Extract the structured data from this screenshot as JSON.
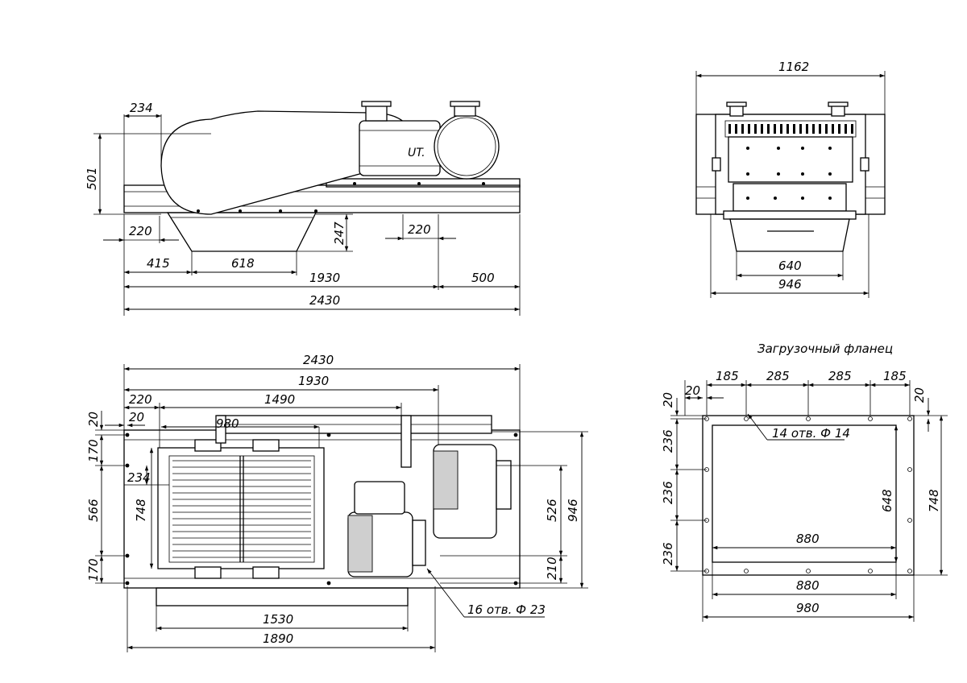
{
  "side_view": {
    "dims": {
      "d234": "234",
      "d501": "501",
      "d220a": "220",
      "d247": "247",
      "d220b": "220",
      "d415": "415",
      "d618": "618",
      "d1930": "1930",
      "d500": "500",
      "d2430": "2430"
    },
    "motor_mark": "UT."
  },
  "end_view": {
    "dims": {
      "d1162": "1162",
      "d640": "640",
      "d946": "946"
    }
  },
  "plan_view": {
    "dims": {
      "d2430": "2430",
      "d1930": "1930",
      "d220": "220",
      "d1490": "1490",
      "d20a": "20",
      "d20b": "20",
      "d980": "980",
      "d170a": "170",
      "d234": "234",
      "d566": "566",
      "d748": "748",
      "d170b": "170",
      "d526": "526",
      "d946": "946",
      "d210": "210",
      "d1530": "1530",
      "d1890": "1890"
    },
    "holes_note": "16 отв. Ф 23"
  },
  "flange_view": {
    "title": "Загрузочный фланец",
    "dims": {
      "d185a": "185",
      "d285a": "285",
      "d285b": "285",
      "d185b": "185",
      "d20a": "20",
      "d20b": "20",
      "d20c": "20",
      "d236a": "236",
      "d236b": "236",
      "d236c": "236",
      "d648": "648",
      "d748": "748",
      "d880a": "880",
      "d880b": "880",
      "d980": "980"
    },
    "holes_note": "14 отв. Ф 14"
  }
}
